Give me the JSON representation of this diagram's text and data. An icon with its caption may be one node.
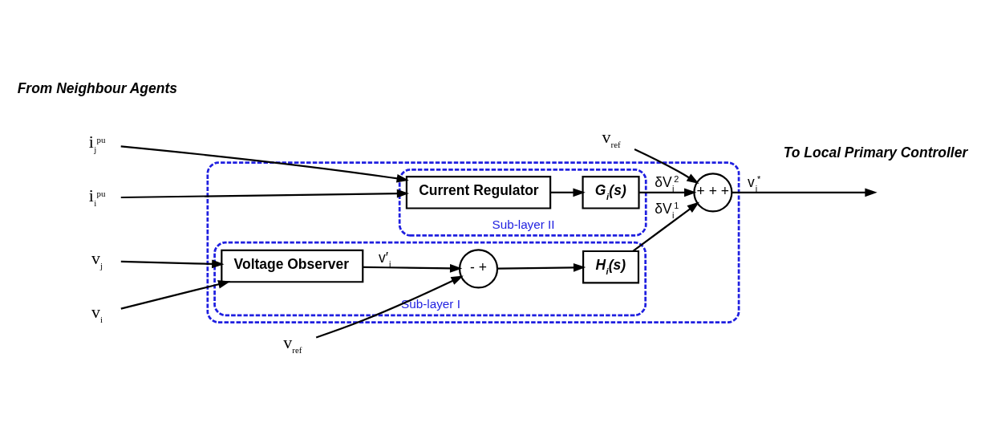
{
  "diagram": {
    "nodes": [
      {
        "text": [],
        "shape": "box"
      },
      {
        "text": [
          "Sub-layer I"
        ],
        "in": 0
      },
      {
        "text": [
          "Voltage Observer"
        ],
        "in": 1
      },
      {
        "text": [
          "-",
          "+"
        ],
        "in": 1
      },
      {
        "text": [
          "H$_{i}$(s)"
        ],
        "in": 1
      },
      {
        "text": [
          "Sub-layer II"
        ],
        "in": 0
      },
      {
        "text": [
          "Current Regulator"
        ],
        "in": 5
      },
      {
        "text": [
          "G$_{i}$(s)"
        ],
        "in": 5
      },
      {
        "text": [
          "+",
          "+",
          "+"
        ],
        "in": 0
      },
      {
        "text": [
          "v$_{j}$"
        ]
      },
      {
        "text": [
          "v$_{i}$"
        ]
      },
      {
        "text": [
          "i$_{j}$$^{pu}$"
        ]
      },
      {
        "text": [
          "i$_{i}$$^{pu}$"
        ]
      },
      {
        "text": [
          "v$_{ref}$"
        ]
      },
      {
        "text": [
          "v$_{ref}$"
        ]
      }
    ],
    "edges": [
      {
        "from": 9,
        "to": 2,
        "arrow": "to"
      },
      {
        "from": 10,
        "to": 2,
        "arrow": "to"
      },
      {
        "from": 2,
        "to": 3,
        "arrow": "to",
        "label": "v′$_{i}$"
      },
      {
        "from": 13,
        "to": 3,
        "arrow": "to"
      },
      {
        "from": 3,
        "to": 4,
        "arrow": "to"
      },
      {
        "from": 4,
        "to": 8,
        "arrow": "to",
        "label": "δV$_{i}$$^{1}$"
      },
      {
        "from": 11,
        "to": 6,
        "arrow": "to"
      },
      {
        "from": 12,
        "to": 6,
        "arrow": "to"
      },
      {
        "from": 6,
        "to": 7,
        "arrow": "to"
      },
      {
        "from": 7,
        "to": 8,
        "arrow": "to",
        "label": "δV$_{i}$$^{2}$"
      },
      {
        "from": 14,
        "to": 8,
        "arrow": "to"
      },
      {
        "from": 8,
        "to": null,
        "arrow": "to",
        "label": "v$_{i}$$^{*}$"
      }
    ],
    "labels": [
      "From Neighbour Agents",
      "To Local Primary Controller"
    ]
  }
}
